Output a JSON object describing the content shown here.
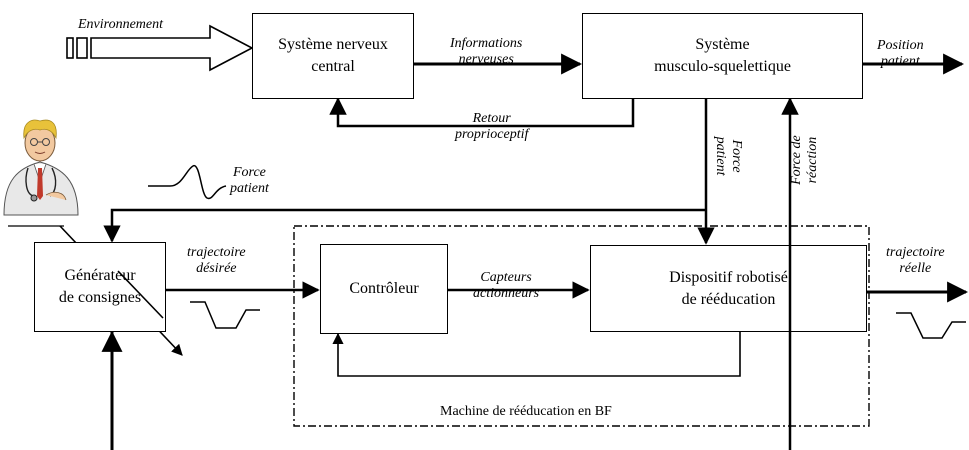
{
  "boxes": {
    "snc": {
      "line1": "Système nerveux",
      "line2": "central"
    },
    "msq": {
      "line1": "Système",
      "line2": "musculo-squelettique"
    },
    "generator": {
      "line1": "Générateur",
      "line2": "de consignes"
    },
    "controller": {
      "line1": "Contrôleur"
    },
    "robot": {
      "line1": "Dispositif robotisé",
      "line2": "de rééducation"
    }
  },
  "labels": {
    "environment": "Environnement",
    "nerve_info": {
      "line1": "Informations",
      "line2": "nerveuses"
    },
    "position": {
      "line1": "Position",
      "line2": "patient"
    },
    "feedback": {
      "line1": "Retour",
      "line2": "proprioceptif"
    },
    "force_patient_v": {
      "line1": "Force",
      "line2": "patient"
    },
    "reaction_force_v": {
      "line1": "Force de",
      "line2": "réaction"
    },
    "force_patient_h": {
      "line1": "Force",
      "line2": "patient"
    },
    "desired_traj": {
      "line1": "trajectoire",
      "line2": "désirée"
    },
    "sensors": {
      "line1": "Capteurs",
      "line2": "actionneurs"
    },
    "real_traj": {
      "line1": "trajectoire",
      "line2": "réelle"
    },
    "machine": "Machine de rééducation en BF"
  },
  "colors": {
    "stroke": "#000000",
    "doctor_coat": "#e8e8e8",
    "doctor_hair": "#e8c23a",
    "doctor_skin": "#f2c9a0",
    "tie": "#c0392b"
  }
}
